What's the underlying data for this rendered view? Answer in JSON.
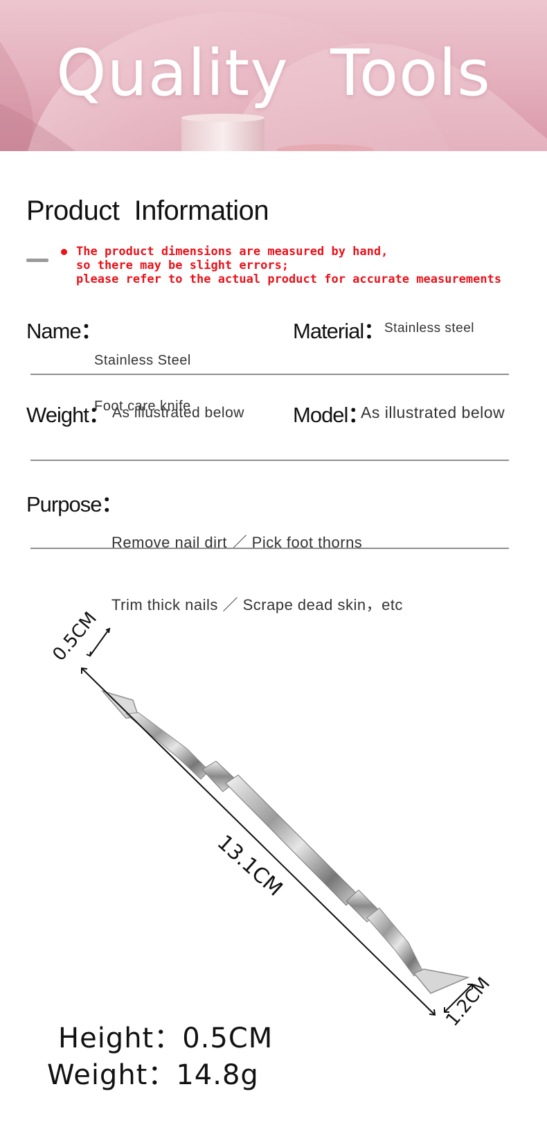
{
  "banner": {
    "title": "Quality  Tools"
  },
  "info": {
    "section_title": "Product  Information",
    "note_lines": [
      "The product dimensions are measured by hand,",
      "so there may be slight errors;",
      "please refer to the actual product for accurate measurements"
    ],
    "name_label": "Name",
    "name_value_1": "Stainless Steel",
    "name_value_2": "Foot care knife",
    "material_label": "Material",
    "material_value": "Stainless steel",
    "weight_label": "Weight",
    "weight_value": "As illustrated below",
    "model_label": "Model",
    "model_value": "As illustrated below",
    "purpose_label": "Purpose",
    "purpose_line_1": "Remove nail dirt ／ Pick foot thorns",
    "purpose_line_2": "Trim thick nails ／ Scrape dead skin，etc",
    "colon": "："
  },
  "diagram": {
    "top_width": "0.5CM",
    "length": "13.1CM",
    "bottom_width": "1.2CM",
    "height_spec": "Height：0.5CM",
    "weight_spec": "Weight：14.8g"
  },
  "colors": {
    "note_red": "#e8131b",
    "banner_pink": "#e4afbc",
    "divider_gray": "#8d8d8d"
  }
}
